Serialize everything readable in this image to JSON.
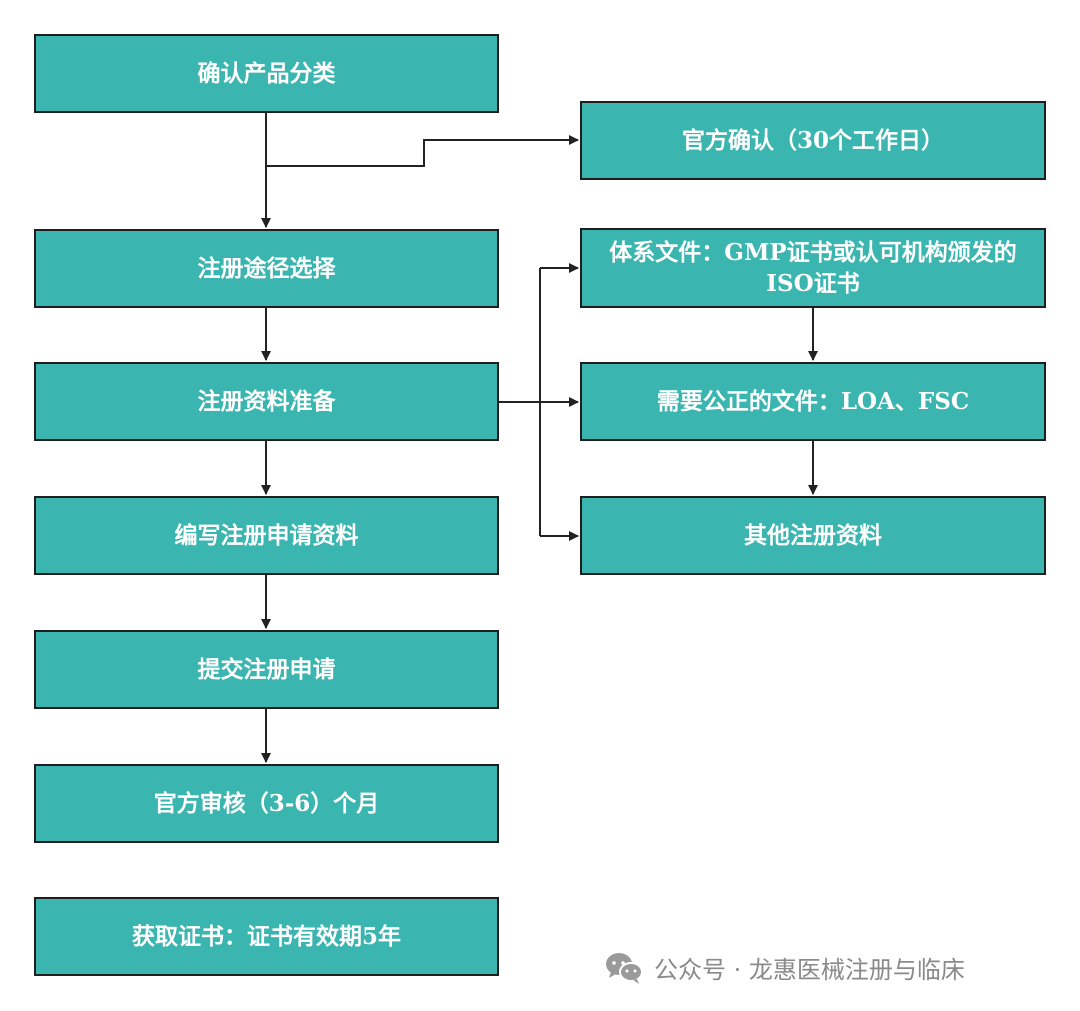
{
  "left_steps": [
    "确认产品分类",
    "注册途径选择",
    "注册资料准备",
    "编写注册申请资料",
    "提交注册申请",
    "官方审核（3-6）个月",
    "获取证书：证书有效期5年"
  ],
  "right_steps": [
    "官方确认（30个工作日）",
    "体系文件：GMP证书或认可机构颁发的ISO证书",
    "需要公正的文件：LOA、FSC",
    "其他注册资料"
  ],
  "watermark": {
    "text": "公众号 · 龙惠医械注册与临床",
    "icon": "wechat-icon"
  },
  "colors": {
    "box_fill": "#3bb5b0",
    "box_border": "#1e1e1e",
    "box_text": "#ffffff",
    "connector": "#222222",
    "watermark": "#8a8a8a"
  }
}
